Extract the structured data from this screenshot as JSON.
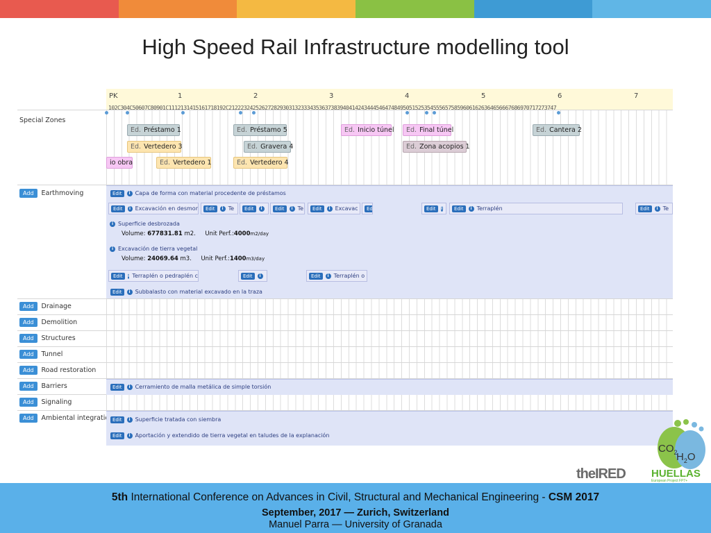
{
  "colors": {
    "topbar": [
      "#e85a4f",
      "#f08b3a",
      "#f4b942",
      "#8ac144",
      "#3e9bd4",
      "#60b6e6"
    ],
    "footer": "#5ab0e9",
    "band": "#dfe4f7",
    "add_button": "#3b8fd6",
    "edit_button": "#2a6ebb"
  },
  "slide": {
    "title": "High Speed Rail Infrastructure modelling tool"
  },
  "timeline": {
    "pk_label": "PK",
    "km_marks": [
      "1",
      "2",
      "3",
      "4",
      "5",
      "6",
      "7"
    ],
    "ticks": "102C304C50607C80901C1112131415161718192C2122232425262728293031323334353637383940414243444546474849505152535455565758596061626364656667686970717273747"
  },
  "special_zones": {
    "label": "Special Zones",
    "ed_prefix": "Ed.",
    "items": [
      {
        "label": "Préstamo 1",
        "style": "gray"
      },
      {
        "label": "Préstamo 5",
        "style": "gray"
      },
      {
        "label": "Inicio túnel",
        "style": "pink"
      },
      {
        "label": "Final túnel",
        "style": "pink"
      },
      {
        "label": "Cantera 2",
        "style": "gray"
      },
      {
        "label": "Vertedero 3",
        "style": "orange"
      },
      {
        "label": "Gravera 4",
        "style": "gray"
      },
      {
        "label": "Zona acopios 1",
        "style": "mauve"
      },
      {
        "label": "io obra",
        "style": "pink"
      },
      {
        "label": "Vertedero 1",
        "style": "orange"
      },
      {
        "label": "Vertedero 4",
        "style": "orange"
      }
    ]
  },
  "categories": {
    "add_label": "Add",
    "edit_label": "Edit",
    "info_glyph": "i",
    "items": [
      "Earthmoving",
      "Drainage",
      "Demolition",
      "Structures",
      "Tunnel",
      "Road restoration",
      "Barriers",
      "Signaling",
      "Ambiental integration"
    ]
  },
  "earthmoving": {
    "tasks": [
      "Capa de forma con material procedente de préstamos",
      "Excavación en desmor",
      "Te",
      "",
      "Te",
      "Excavac",
      "",
      "",
      "Terraplén",
      "Te",
      "Terraplén o pedraplén c",
      "",
      "Terraplén o",
      "Subbalasto con material excavado en la traza"
    ],
    "details": [
      {
        "title": "Superficie desbrozada",
        "volume_label": "Volume:",
        "volume": "677831.81",
        "volume_unit": "m2.",
        "perf_label": "Unit Perf.:",
        "perf": "4000",
        "perf_unit": "m2/day"
      },
      {
        "title": "Excavación de tierra vegetal",
        "volume_label": "Volume:",
        "volume": "24069.64",
        "volume_unit": "m3.",
        "perf_label": "Unit Perf.:",
        "perf": "1400",
        "perf_unit": "m3/day"
      }
    ]
  },
  "barriers": {
    "tasks": [
      "Cerramiento de malla metálica de simple torsión"
    ]
  },
  "ambiental": {
    "tasks": [
      "Superficie tratada con siembra",
      "Aportación y extendido de tierra vegetal en taludes de la explanación"
    ]
  },
  "logos": {
    "co2": "CO",
    "co2_sub": "2",
    "h2o": "H",
    "h2o_sub": "2",
    "h2o_o": "O",
    "ired": "theIRED",
    "huellas": "HUELLAS",
    "huellas_sub": "European Project FP7+"
  },
  "footer": {
    "conf_prefix": "5th",
    "conference": " International Conference on Advances in Civil, Structural and Mechanical Engineering - ",
    "conf_suffix": "CSM 2017",
    "date_place": "September, 2017 —  Zurich, Switzerland",
    "author": "Manuel Parra —  University of Granada"
  }
}
